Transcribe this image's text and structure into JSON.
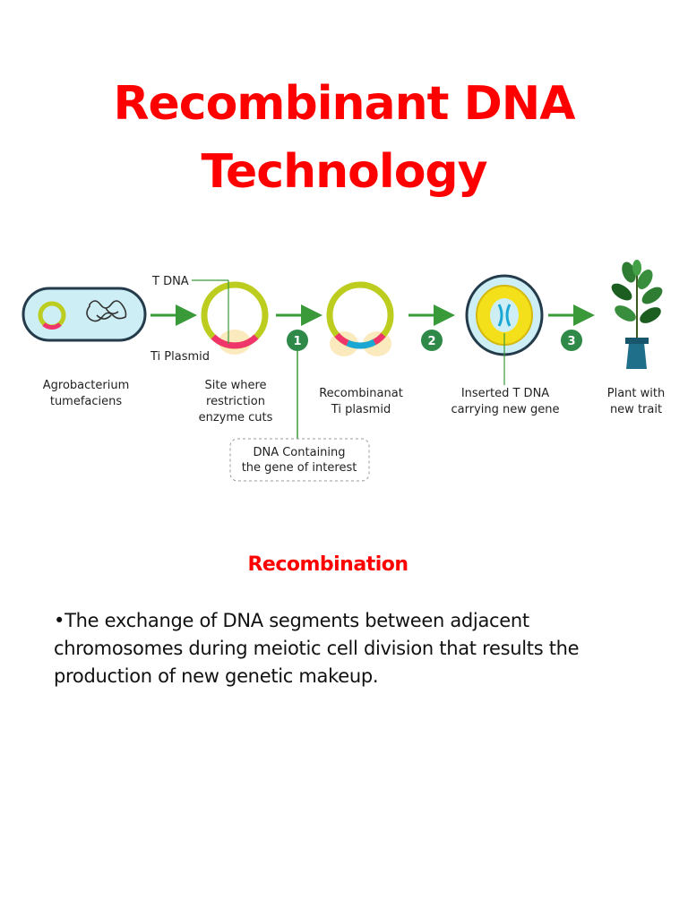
{
  "slide": {
    "title_line1": "Recombinant DNA",
    "title_line2": "Technology",
    "subheading": "Recombination",
    "bullet": "•The exchange of DNA segments between adjacent chromosomes during meiotic cell division that results the production of new genetic makeup."
  },
  "diagram": {
    "labels": {
      "t_dna": "T DNA",
      "ti_plasmid": "Ti Plasmid",
      "agro_line1": "Agrobacterium",
      "agro_line2": "tumefaciens",
      "site_line1": "Site where",
      "site_line2": "restriction",
      "site_line3": "enzyme cuts",
      "recomb_line1": "Recombinanat",
      "recomb_line2": "Ti plasmid",
      "inserted_line1": "Inserted T DNA",
      "inserted_line2": "carrying new gene",
      "plant_line1": "Plant with",
      "plant_line2": "new trait",
      "dna_line1": "DNA Containing",
      "dna_line2": "the gene of interest"
    },
    "steps": [
      "1",
      "2",
      "3"
    ],
    "colors": {
      "plasmid": "#bccd1f",
      "restriction_site": "#f0356b",
      "inserted_gene": "#1aa7d4",
      "arrow": "#3a9a3a",
      "step_badge": "#2f8a4a",
      "cell_fill": "#cdeef5",
      "cell_border": "#233b4a",
      "pot": "#1f6f8b",
      "leaf": "#2e7d32"
    }
  }
}
